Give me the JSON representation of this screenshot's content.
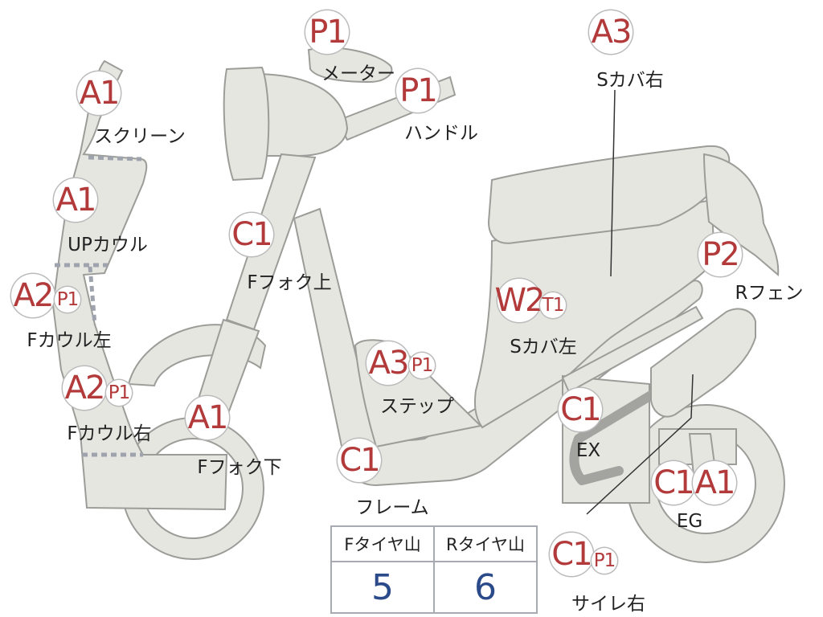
{
  "parts": [
    {
      "id": "meter",
      "codes": [
        "P1"
      ],
      "label": "メーター"
    },
    {
      "id": "handle",
      "codes": [
        "P1"
      ],
      "label": "ハンドル"
    },
    {
      "id": "s-cover-right",
      "codes": [
        "A3"
      ],
      "label": "Sカバ右"
    },
    {
      "id": "screen",
      "codes": [
        "A1"
      ],
      "label": "スクリーン"
    },
    {
      "id": "up-cowl",
      "codes": [
        "A1"
      ],
      "label": "UPカウル"
    },
    {
      "id": "f-fork-upper",
      "codes": [
        "C1"
      ],
      "label": "Fフォク上"
    },
    {
      "id": "r-fender",
      "codes": [
        "P2"
      ],
      "label": "Rフェン"
    },
    {
      "id": "f-cowl-left",
      "codes": [
        "A2",
        "P1"
      ],
      "label": "Fカウル左"
    },
    {
      "id": "s-cover-left",
      "codes": [
        "W2",
        "T1"
      ],
      "label": "Sカバ左"
    },
    {
      "id": "step",
      "codes": [
        "A3",
        "P1"
      ],
      "label": "ステップ"
    },
    {
      "id": "f-cowl-right",
      "codes": [
        "A2",
        "P1"
      ],
      "label": "Fカウル右"
    },
    {
      "id": "f-fork-lower",
      "codes": [
        "A1"
      ],
      "label": "Fフォク下"
    },
    {
      "id": "ex",
      "codes": [
        "C1"
      ],
      "label": "EX"
    },
    {
      "id": "frame",
      "codes": [
        "C1"
      ],
      "label": "フレーム"
    },
    {
      "id": "eg",
      "codes": [
        "C1",
        "A1"
      ],
      "label": "EG"
    },
    {
      "id": "silencer-right",
      "codes": [
        "C1",
        "P1"
      ],
      "label": "サイレ右"
    }
  ],
  "tire_table": {
    "headers": [
      "Fタイヤ山",
      "Rタイヤ山"
    ],
    "values": [
      "5",
      "6"
    ]
  },
  "colors": {
    "part_fill": "#e6e6e1",
    "part_stroke": "#9c9c98",
    "code_text": "#b23a3a",
    "value_text": "#2a4a8a"
  }
}
